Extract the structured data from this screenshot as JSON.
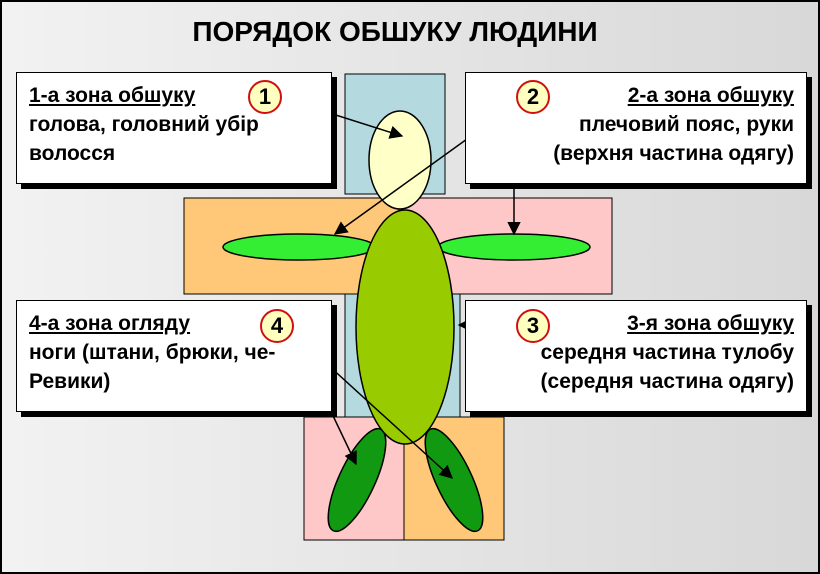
{
  "title": "ПОРЯДОК ОБШУКУ ЛЮДИНИ",
  "zones": [
    {
      "number": "1",
      "heading": "1-а зона обшуку",
      "lines": [
        "голова, головний убір",
        "волосся"
      ]
    },
    {
      "number": "2",
      "heading": "2-а зона обшуку",
      "lines": [
        "плечовий пояс, руки",
        "(верхня частина одягу)"
      ]
    },
    {
      "number": "3",
      "heading": "3-я зона обшуку",
      "lines": [
        "середня частина тулобу",
        "(середня частина одягу)"
      ]
    },
    {
      "number": "4",
      "heading": "4-а зона огляду",
      "lines": [
        "ноги (штани, брюки, че-",
        "Ревики)"
      ]
    }
  ],
  "colors": {
    "spine": "#b4dae0",
    "shoulder_left": "#ffc878",
    "shoulder_right": "#ffc8c8",
    "head": "#ffffc8",
    "body": "#99cc00",
    "arms": "#33ee33",
    "legs": "#119911",
    "leg_box_left": "#ffc8c8",
    "leg_box_right": "#ffc878",
    "badge_border": "#d01010"
  }
}
